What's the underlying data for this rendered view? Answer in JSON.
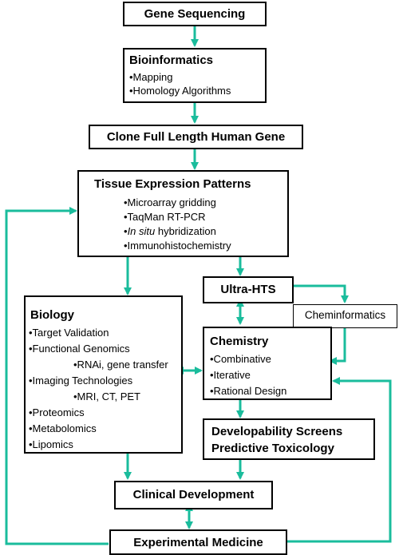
{
  "colors": {
    "arrow": "#1abc9c",
    "border": "#000000"
  },
  "nodes": {
    "gene_sequencing": {
      "title": "Gene Sequencing"
    },
    "bioinformatics": {
      "title": "Bioinformatics",
      "items": [
        "•Mapping",
        "•Homology Algorithms"
      ]
    },
    "clone": {
      "title": "Clone Full Length Human Gene"
    },
    "tissue": {
      "title": "Tissue Expression Patterns",
      "items": [
        "•Microarray gridding",
        "•TaqMan RT-PCR",
        "•",
        "In situ",
        " hybridization",
        "•Immunohistochemistry"
      ]
    },
    "ultra_hts": {
      "title": "Ultra-HTS"
    },
    "cheminformatics": {
      "title": "Cheminformatics"
    },
    "biology": {
      "title": "Biology",
      "items": [
        "•Target Validation",
        "•Functional Genomics",
        "•RNAi, gene transfer",
        "•Imaging Technologies",
        "•MRI, CT, PET",
        "•Proteomics",
        "•Metabolomics",
        "•Lipomics"
      ]
    },
    "chemistry": {
      "title": "Chemistry",
      "items": [
        "•Combinative",
        "•Iterative",
        "•Rational Design"
      ]
    },
    "developability": {
      "title_line1": "Developability Screens",
      "title_line2": "Predictive Toxicology"
    },
    "clinical": {
      "title": "Clinical Development"
    },
    "experimental": {
      "title": "Experimental Medicine"
    }
  }
}
